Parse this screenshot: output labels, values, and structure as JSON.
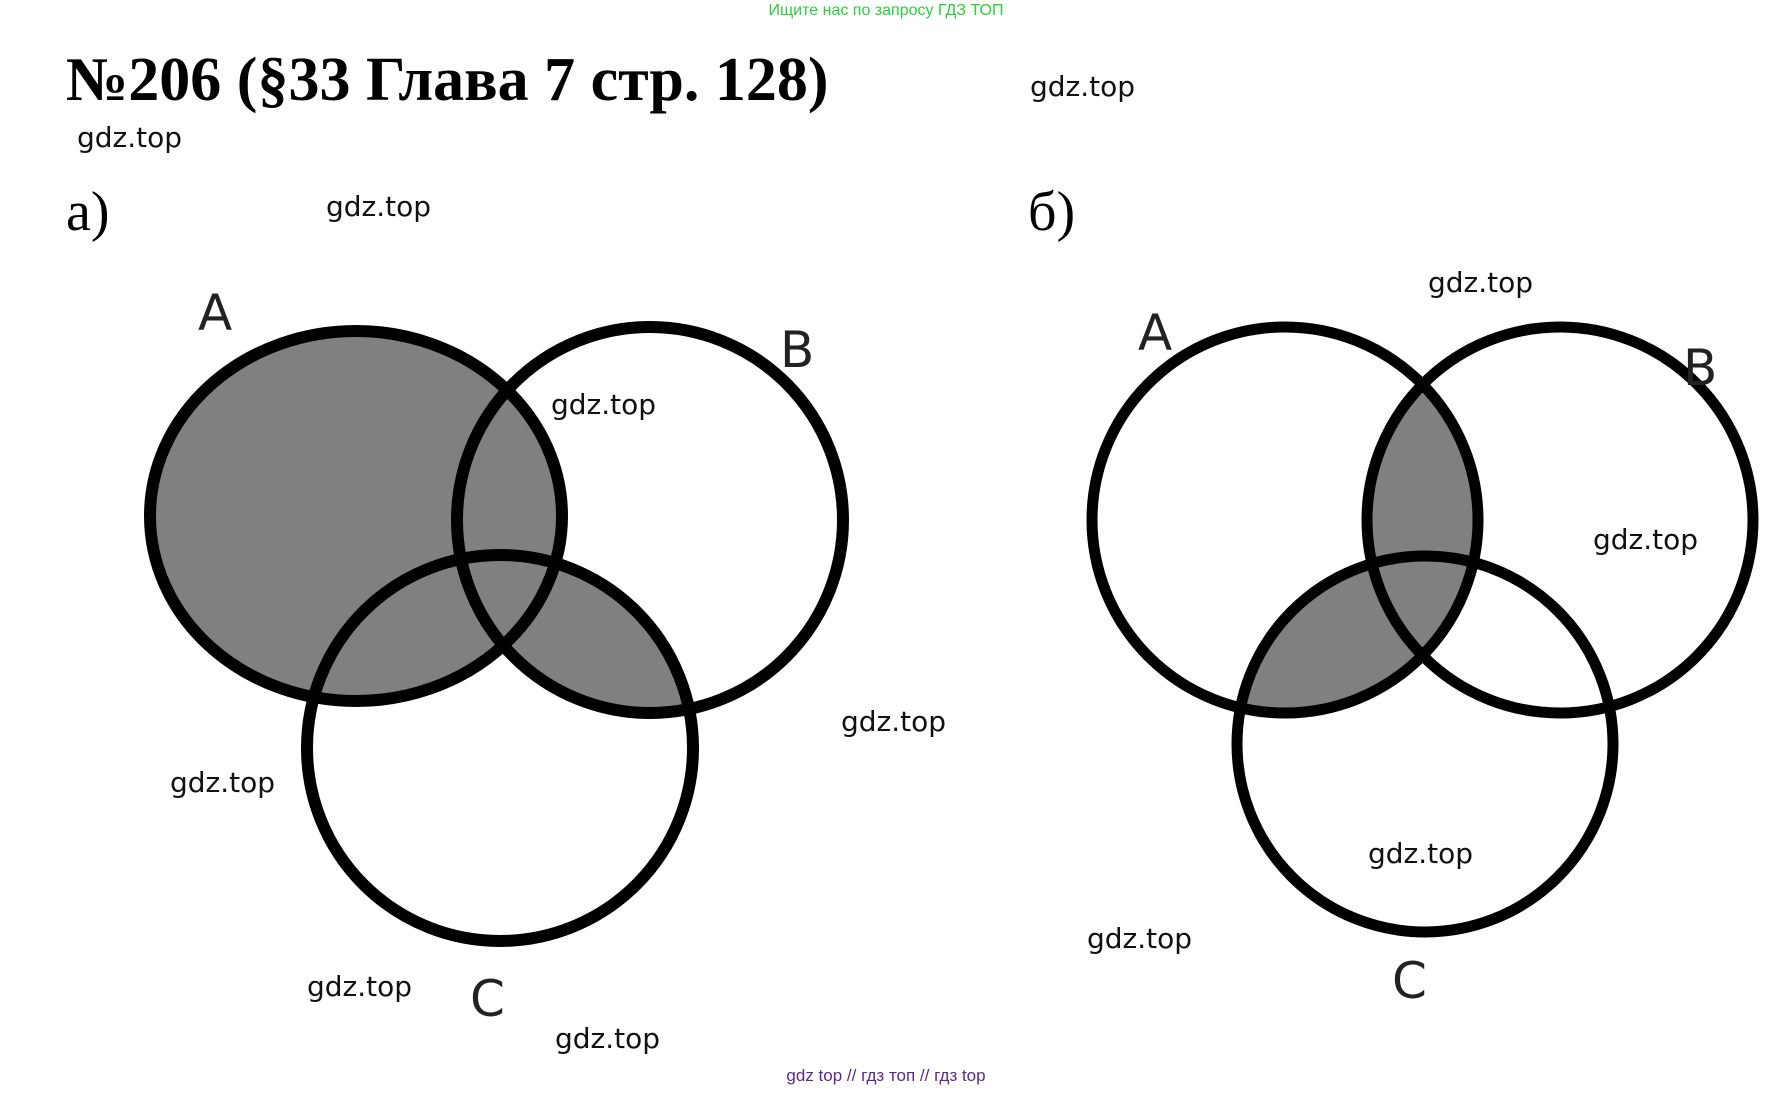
{
  "banner": "Ищите нас по запросу ГДЗ ТОП",
  "title": "№206 (§33 Глава 7 стр. 128)",
  "watermark": "gdz.top",
  "parts": [
    {
      "label": "а)",
      "sets": [
        "A",
        "B",
        "C"
      ],
      "shaded_region": "A ∪ (B ∩ C)"
    },
    {
      "label": "б)",
      "sets": [
        "A",
        "B",
        "C"
      ],
      "shaded_region": "(A ∩ B) ∪ (A ∩ C)"
    }
  ],
  "colors": {
    "shade": "#808080",
    "outline": "#000000",
    "banner": "#2ecc40",
    "footer": "#5b2a86"
  },
  "footer": "gdz top  //  гдз топ  //  гдз top"
}
